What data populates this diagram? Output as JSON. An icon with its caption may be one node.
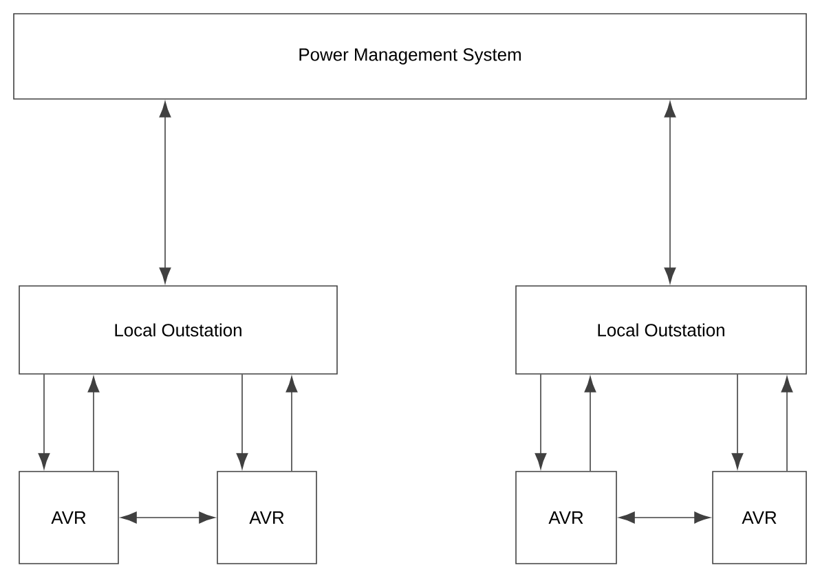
{
  "diagram": {
    "nodes": [
      {
        "text": [
          "Power Management System"
        ]
      },
      {
        "text": [
          "Local Outstation"
        ]
      },
      {
        "text": [
          "Local Outstation"
        ]
      },
      {
        "text": [
          "AVR"
        ]
      },
      {
        "text": [
          "AVR"
        ]
      },
      {
        "text": [
          "AVR"
        ]
      },
      {
        "text": [
          "AVR"
        ]
      }
    ],
    "edges": [
      {
        "from": 0,
        "to": 1,
        "arrow": "both"
      },
      {
        "from": 0,
        "to": 2,
        "arrow": "both"
      },
      {
        "from": 1,
        "to": 3,
        "arrow": "to"
      },
      {
        "from": 3,
        "to": 1,
        "arrow": "to"
      },
      {
        "from": 1,
        "to": 4,
        "arrow": "to"
      },
      {
        "from": 4,
        "to": 1,
        "arrow": "to"
      },
      {
        "from": 3,
        "to": 4,
        "arrow": "both"
      },
      {
        "from": 2,
        "to": 5,
        "arrow": "to"
      },
      {
        "from": 5,
        "to": 2,
        "arrow": "to"
      },
      {
        "from": 2,
        "to": 6,
        "arrow": "to"
      },
      {
        "from": 6,
        "to": 2,
        "arrow": "to"
      },
      {
        "from": 5,
        "to": 6,
        "arrow": "both"
      }
    ]
  }
}
